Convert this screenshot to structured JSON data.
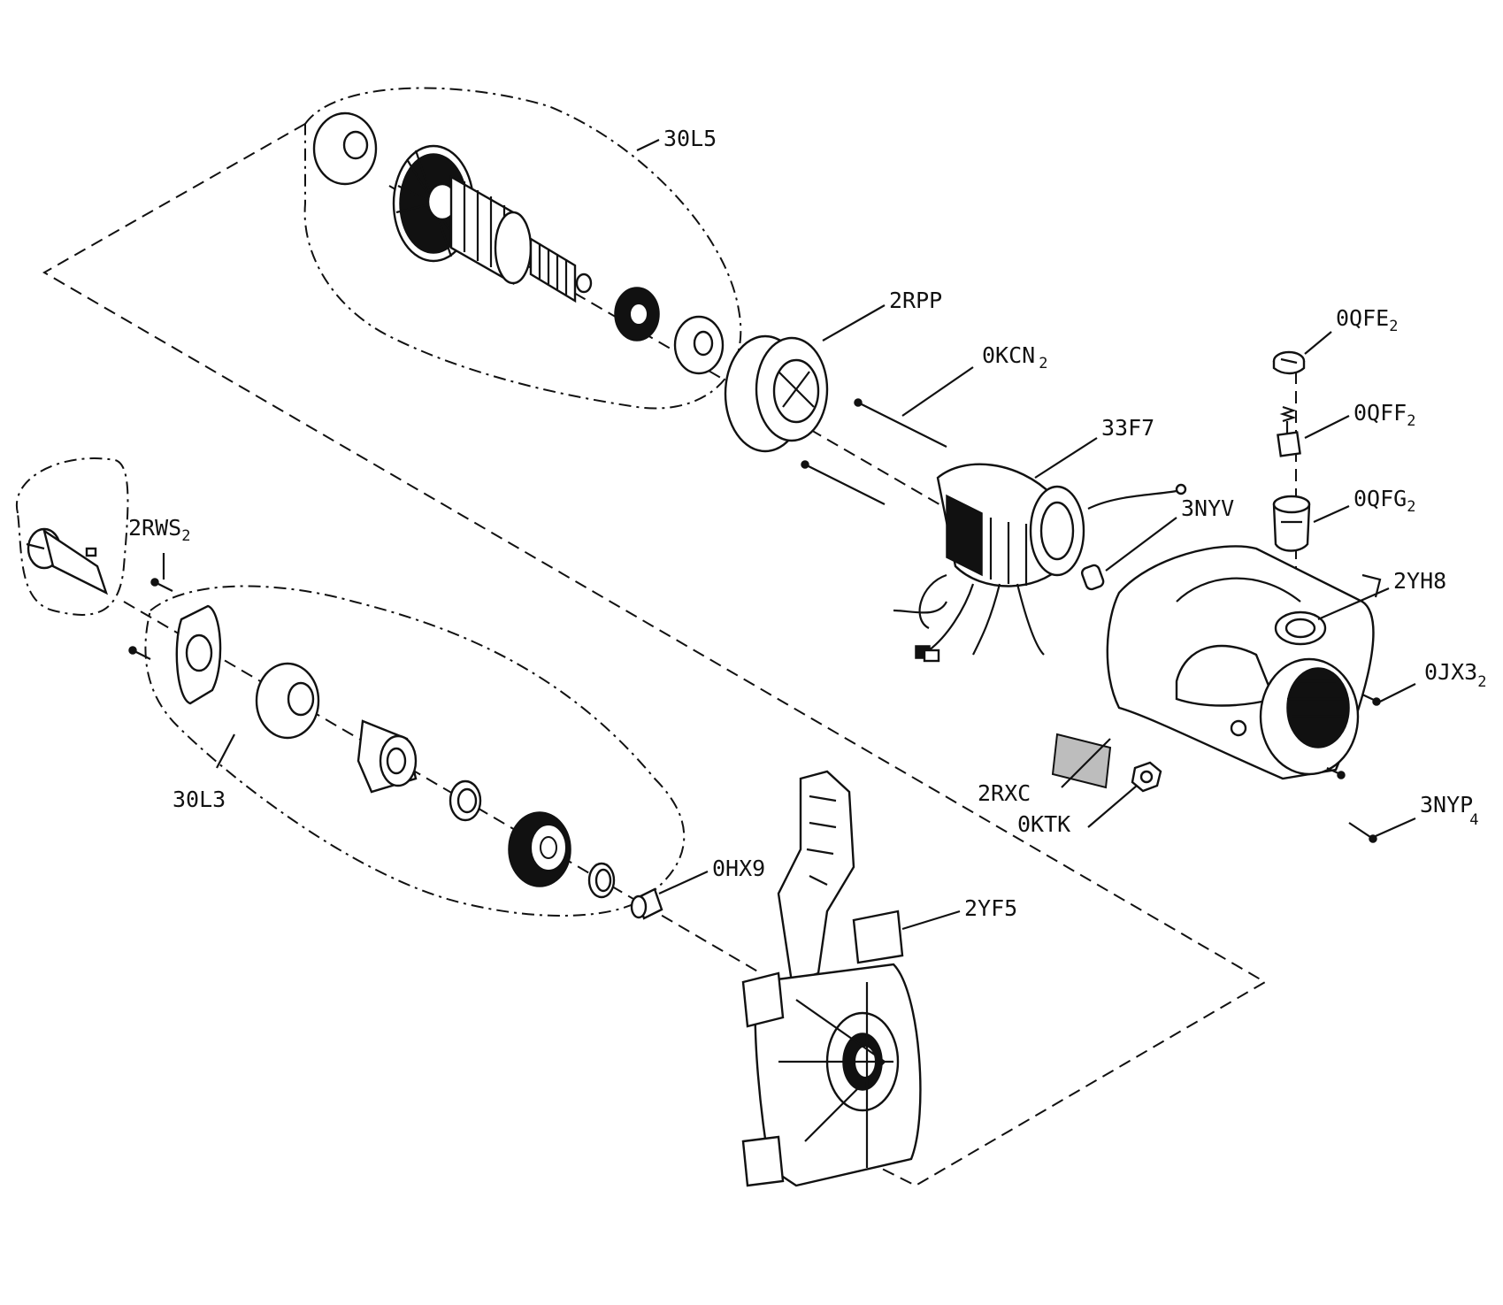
{
  "diagram": {
    "labels": {
      "l30L5": "30L5",
      "l2RPP": "2RPP",
      "l0KCN": "0KCN",
      "l0KCN_sub": "2",
      "l33F7": "33F7",
      "l3NYV": "3NYV",
      "l0QFE": "0QFE",
      "l0QFE_sub": "2",
      "l0QFF": "0QFF",
      "l0QFF_sub": "2",
      "l0QFG": "0QFG",
      "l0QFG_sub": "2",
      "l2YH8": "2YH8",
      "l0JX3": "0JX3",
      "l0JX3_sub": "2",
      "l2RXC": "2RXC",
      "l0KTK": "0KTK",
      "l3NYP": "3NYP",
      "l3NYP_sub": "4",
      "l2RWS": "2RWS",
      "l2RWS_sub": "2",
      "l30L3": "30L3",
      "l0HX9": "0HX9",
      "l2YF5": "2YF5"
    }
  }
}
